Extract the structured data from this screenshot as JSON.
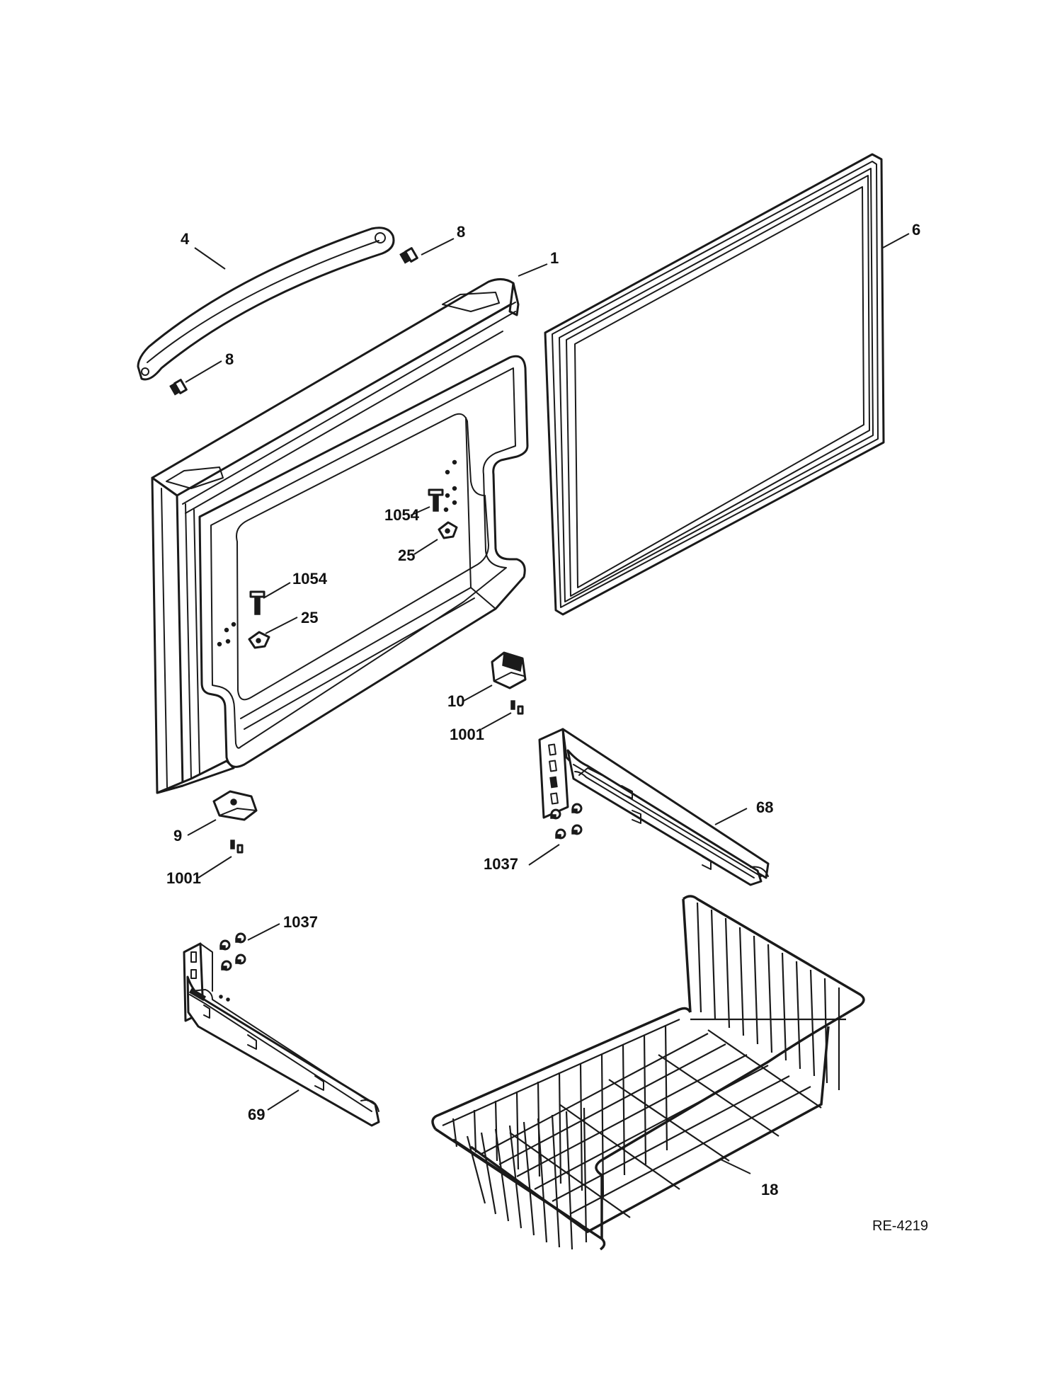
{
  "diagram": {
    "reference": "RE-4219",
    "callouts": {
      "door": "1",
      "handle": "4",
      "gasket": "6",
      "handle_screw_top": "8",
      "handle_screw_bottom": "8",
      "hinge_left": "9",
      "hinge_right": "10",
      "basket": "18",
      "bracket_left_screw_inner": "25",
      "bracket_right_screw_inner": "25",
      "rail_right": "68",
      "rail_left": "69",
      "screw_hinge_left": "1001",
      "screw_hinge_right": "1001",
      "screws_rail_right": "1037",
      "screws_rail_left": "1037",
      "screw_door_left": "1054",
      "screw_door_right": "1054"
    }
  }
}
